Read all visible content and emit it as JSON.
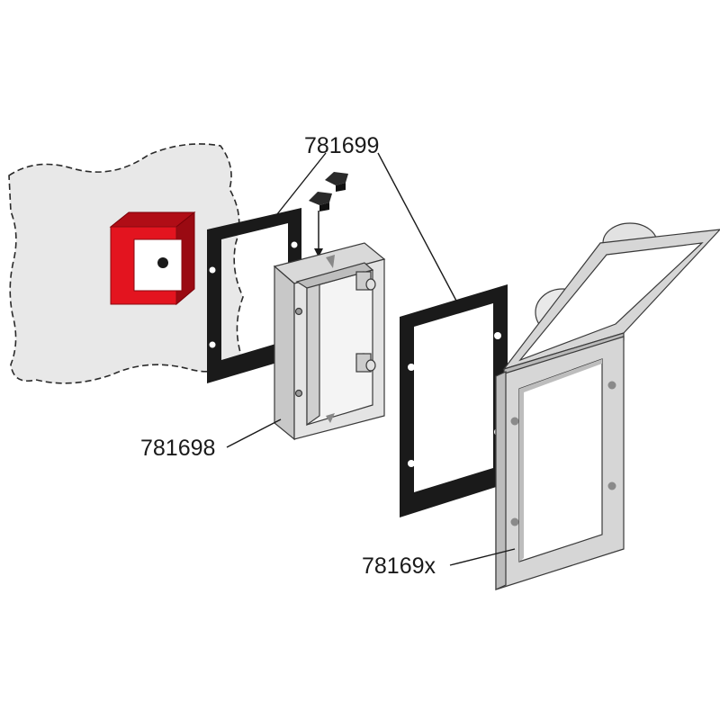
{
  "labels": {
    "cover_gasket": "781699",
    "spacer_frame": "781698",
    "hinged_cover": "78169x"
  },
  "colors": {
    "wall": "#e8e8e8",
    "call_point_red": "#e3141f",
    "gasket": "#1a1a1a",
    "frame_grey": "#d6d6d6"
  },
  "icons": [
    "wall-surface",
    "manual-call-point",
    "gasket",
    "spacer-frame",
    "hinged-cover",
    "clip",
    "arrow"
  ]
}
